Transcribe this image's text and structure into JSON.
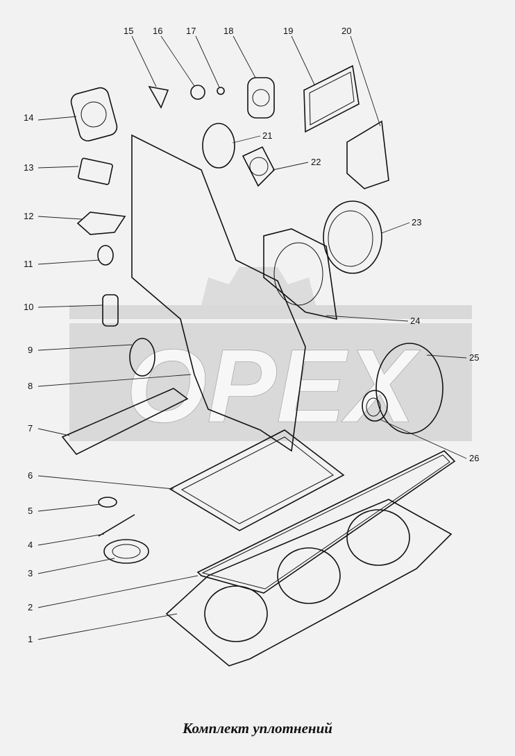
{
  "title": "Комплект уплотнений",
  "watermark": "OPEX",
  "part_numbers": [
    "1",
    "2",
    "3",
    "4",
    "5",
    "6",
    "7",
    "8",
    "9",
    "10",
    "11",
    "12",
    "13",
    "14",
    "15",
    "16",
    "17",
    "18",
    "19",
    "20",
    "21",
    "22",
    "23",
    "24",
    "25",
    "26"
  ],
  "colors": {
    "background": "#f2f2f2",
    "watermark": "#d9d9d9",
    "line": "#111111"
  }
}
